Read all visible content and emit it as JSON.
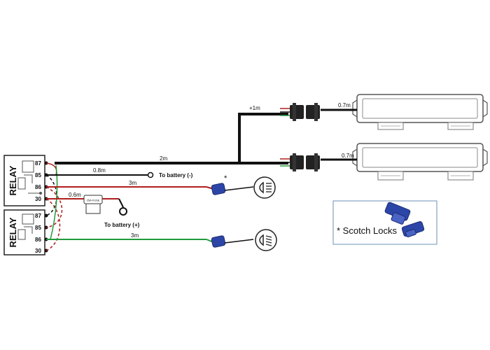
{
  "relays": [
    {
      "label": "RELAY",
      "pins": [
        "87",
        "85",
        "86",
        "30"
      ]
    },
    {
      "label": "RELAY",
      "pins": [
        "87",
        "85",
        "86",
        "30"
      ]
    }
  ],
  "wires": {
    "main_length": "2m",
    "top_branch_length": "+1m",
    "top_bar_length": "0.7m",
    "bottom_bar_length": "0.7m",
    "battery_neg_length": "0.8m",
    "battery_neg_label": "To battery (-)",
    "red_switch_length": "3m",
    "fuse_length": "0.6m",
    "fuse_label": "25A FUSE",
    "battery_pos_label": "To battery (+)",
    "green_switch_length": "3m",
    "asterisk": "*"
  },
  "legend": {
    "text": "* Scotch Locks"
  },
  "colors": {
    "black_wire": "#111111",
    "red_wire": "#b01e1e",
    "green_wire": "#1f9a3c",
    "connector_blue": "#2c46a8",
    "legend_border": "#6d8fb5"
  },
  "icons": [
    "high-beam-icon",
    "low-beam-icon",
    "scotch-lock-icon",
    "led-light-bar-icon"
  ]
}
